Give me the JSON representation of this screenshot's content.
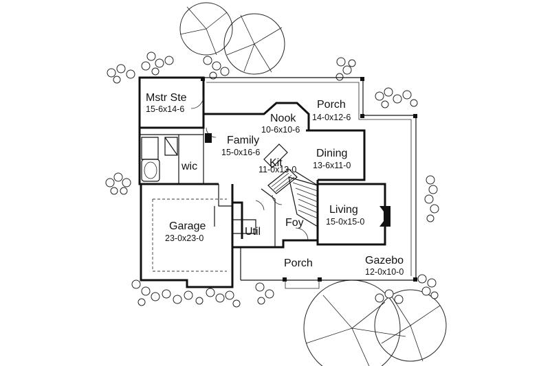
{
  "rooms": {
    "master": {
      "name": "Mstr Ste",
      "dims": "15-6x14-6"
    },
    "porch_rear": {
      "name": "Porch",
      "dims": "14-0x12-6"
    },
    "nook": {
      "name": "Nook",
      "dims": "10-6x10-6"
    },
    "family": {
      "name": "Family",
      "dims": "15-0x16-6"
    },
    "kitchen": {
      "name": "Kit",
      "dims": "11-0x13-0"
    },
    "dining": {
      "name": "Dining",
      "dims": "13-6x11-0"
    },
    "wic": {
      "name": "wic"
    },
    "living": {
      "name": "Living",
      "dims": "15-0x15-0"
    },
    "garage": {
      "name": "Garage",
      "dims": "23-0x23-0"
    },
    "utility": {
      "name": "Util"
    },
    "foyer": {
      "name": "Foy"
    },
    "porch_front": {
      "name": "Porch"
    },
    "gazebo": {
      "name": "Gazebo",
      "dims": "12-0x10-0"
    }
  },
  "icons": [
    "tree-icon",
    "shrub-icon",
    "fireplace-icon",
    "bathtub-icon",
    "stair-icon"
  ]
}
